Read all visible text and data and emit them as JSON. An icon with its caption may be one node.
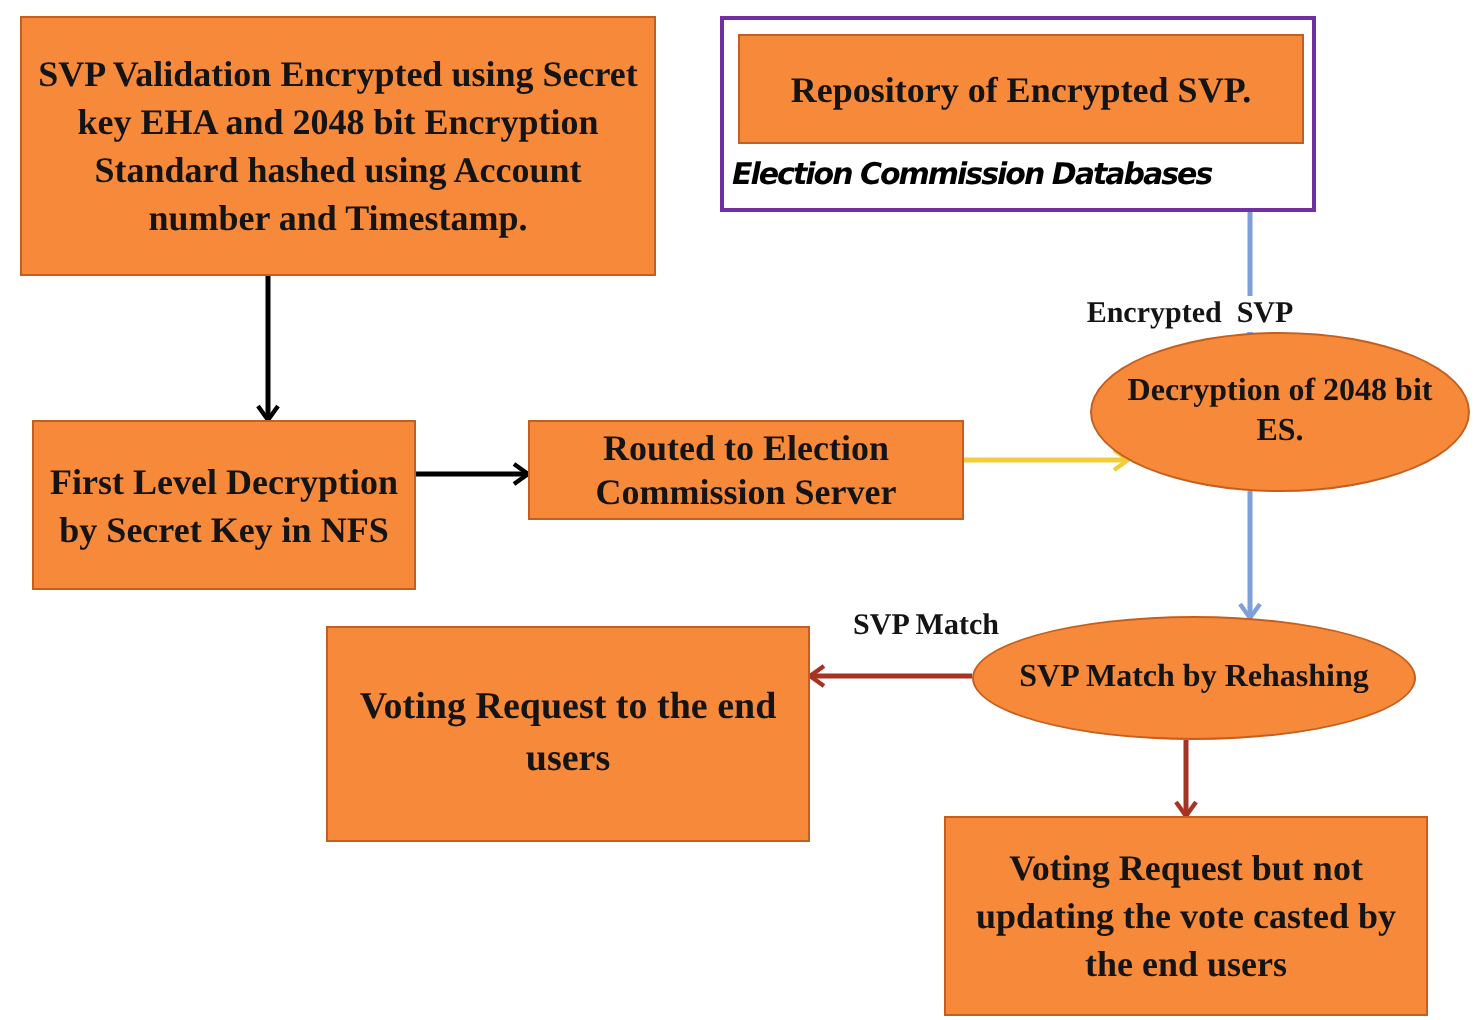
{
  "diagram": {
    "nodes": [
      {
        "text": [
          "SVP Validation Encrypted using Secret key EHA and 2048 bit Encryption Standard hashed using Account number and Timestamp."
        ]
      },
      {
        "text": [
          "Election Commission Databases"
        ]
      },
      {
        "text": [
          "Repository of Encrypted SVP."
        ],
        "in": 1
      },
      {
        "text": [
          "First Level Decryption by Secret Key in NFS"
        ]
      },
      {
        "text": [
          "Routed to Election Commission Server"
        ]
      },
      {
        "text": [
          "Decryption of 2048 bit ES."
        ]
      },
      {
        "text": [
          "SVP Match by Rehashing"
        ]
      },
      {
        "text": [
          "Voting Request to the end users"
        ]
      },
      {
        "text": [
          "Voting Request but not updating the vote casted by the end users"
        ]
      }
    ],
    "edges": [
      {
        "from": 0,
        "to": 3,
        "arrow": "to"
      },
      {
        "from": 3,
        "to": 4,
        "arrow": "to"
      },
      {
        "from": 4,
        "to": 5,
        "arrow": "to",
        "color": "#f2cd3a"
      },
      {
        "from": 2,
        "to": 5,
        "arrow": "to",
        "label": "Encrypted  SVP",
        "color": "#7f9fd9"
      },
      {
        "from": 5,
        "to": 6,
        "arrow": "to",
        "color": "#7f9fd9"
      },
      {
        "from": 6,
        "to": 7,
        "arrow": "to",
        "label": "SVP Match",
        "color": "#a83324"
      },
      {
        "from": 6,
        "to": 8,
        "arrow": "to",
        "color": "#a83324"
      }
    ]
  }
}
